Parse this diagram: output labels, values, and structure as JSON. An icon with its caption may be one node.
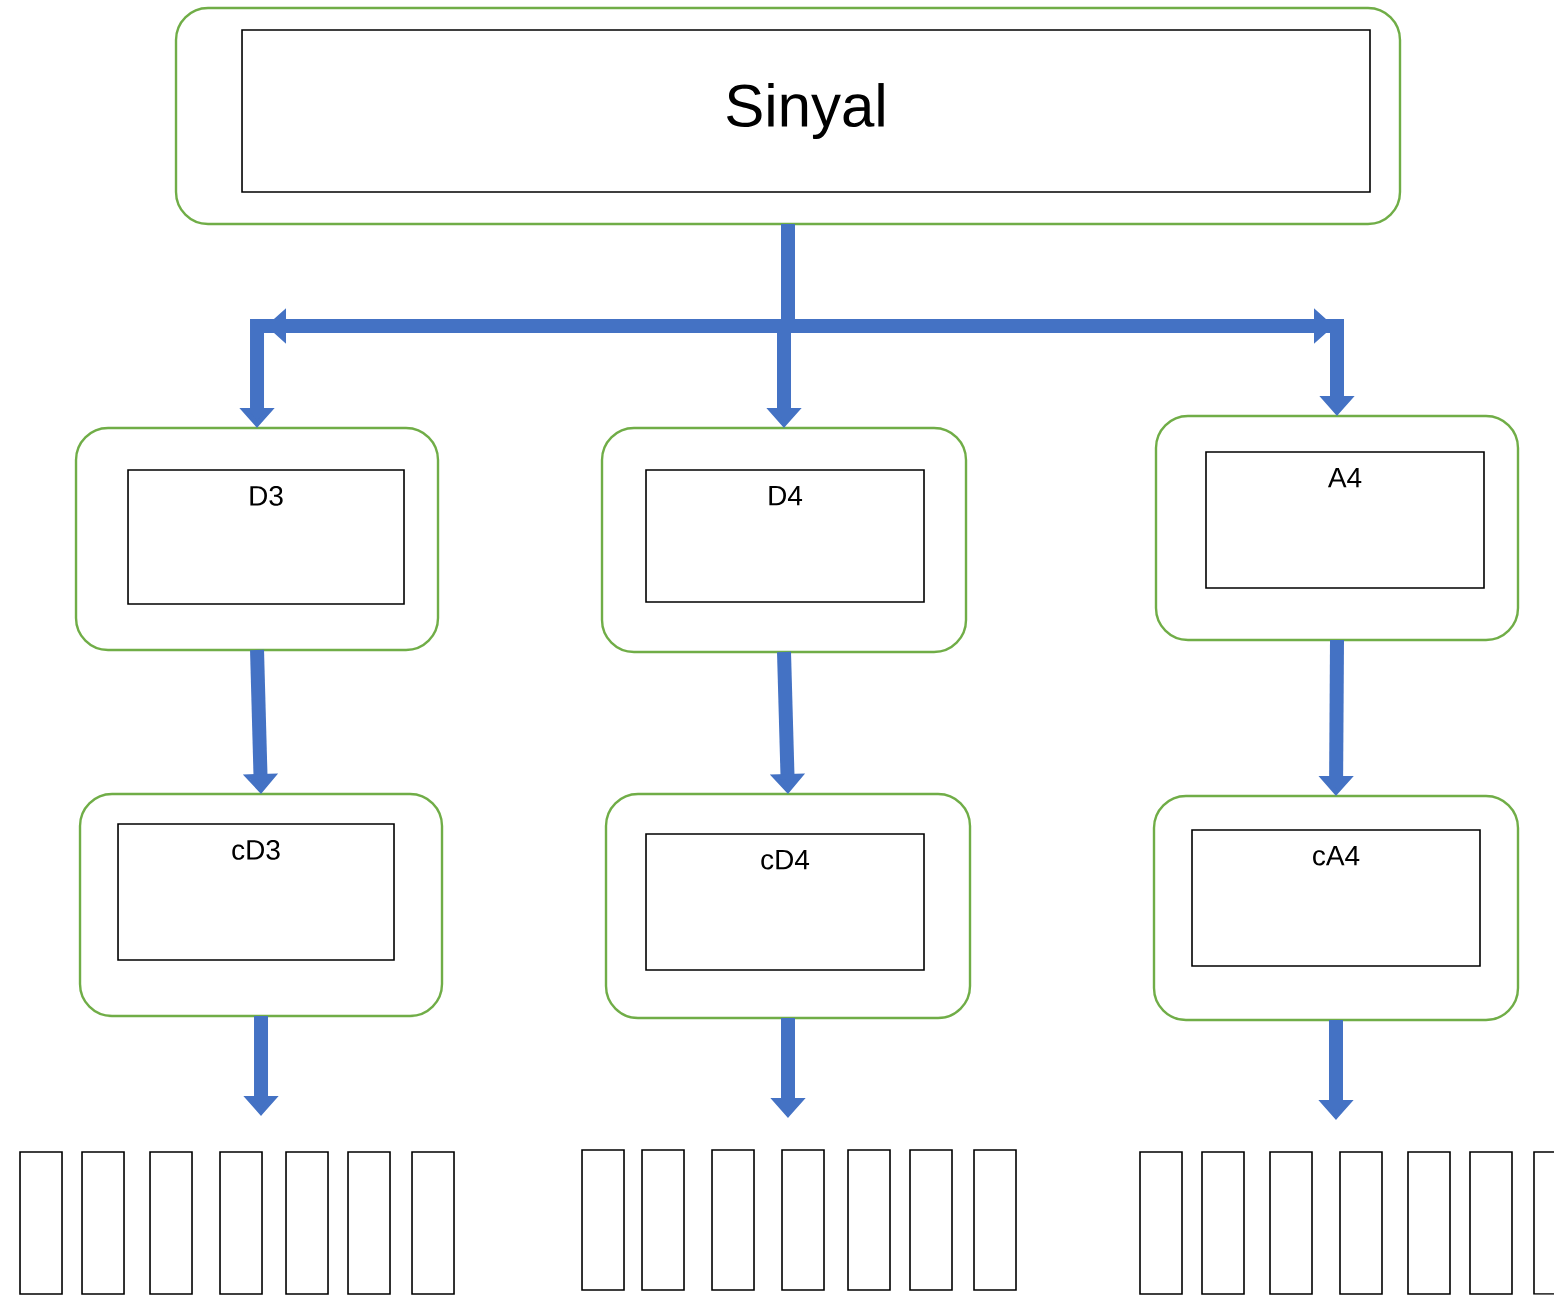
{
  "diagram": {
    "nodes": [
      {
        "text": [],
        "shape": "box"
      },
      {
        "text": [
          "Sinyal"
        ],
        "in": 0
      },
      {
        "text": [],
        "shape": "box"
      },
      {
        "text": [
          "D3"
        ],
        "in": 2
      },
      {
        "text": [],
        "shape": "box"
      },
      {
        "text": [
          "D4"
        ],
        "in": 4
      },
      {
        "text": [],
        "shape": "box"
      },
      {
        "text": [
          "A4"
        ],
        "in": 6
      },
      {
        "text": [],
        "shape": "box"
      },
      {
        "text": [
          "cD3"
        ],
        "in": 8
      },
      {
        "text": [],
        "shape": "box"
      },
      {
        "text": [
          "cD4"
        ],
        "in": 10
      },
      {
        "text": [],
        "shape": "box"
      },
      {
        "text": [
          "cA4"
        ],
        "in": 12
      },
      {
        "text": [],
        "shape": "bar"
      },
      {
        "text": [],
        "shape": "bar"
      },
      {
        "text": [],
        "shape": "bar"
      },
      {
        "text": [],
        "shape": "bar"
      },
      {
        "text": [],
        "shape": "bar"
      },
      {
        "text": [],
        "shape": "bar"
      },
      {
        "text": [],
        "shape": "bar"
      },
      {
        "text": [],
        "shape": "bar"
      },
      {
        "text": [],
        "shape": "bar"
      },
      {
        "text": [],
        "shape": "bar"
      },
      {
        "text": [],
        "shape": "bar"
      },
      {
        "text": [],
        "shape": "bar"
      },
      {
        "text": [],
        "shape": "bar"
      },
      {
        "text": [],
        "shape": "bar"
      },
      {
        "text": [],
        "shape": "bar"
      },
      {
        "text": [],
        "shape": "bar"
      },
      {
        "text": [],
        "shape": "bar"
      },
      {
        "text": [],
        "shape": "bar"
      },
      {
        "text": [],
        "shape": "bar"
      },
      {
        "text": [],
        "shape": "bar"
      },
      {
        "text": [],
        "shape": "bar"
      }
    ],
    "edges": [
      {
        "from": 0,
        "to": 2,
        "arrow": "to"
      },
      {
        "from": 0,
        "to": 4,
        "arrow": "to"
      },
      {
        "from": 0,
        "to": 6,
        "arrow": "to"
      },
      {
        "from": 2,
        "to": 8,
        "arrow": "to"
      },
      {
        "from": 4,
        "to": 10,
        "arrow": "to"
      },
      {
        "from": 6,
        "to": 12,
        "arrow": "to"
      },
      {
        "from": 8,
        "to": null,
        "arrow": "to"
      },
      {
        "from": 10,
        "to": null,
        "arrow": "to"
      },
      {
        "from": 12,
        "to": null,
        "arrow": "to"
      }
    ]
  }
}
